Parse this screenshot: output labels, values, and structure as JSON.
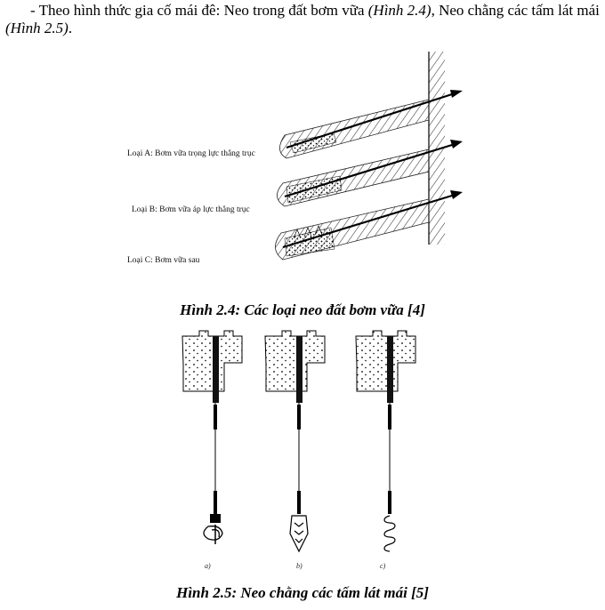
{
  "paragraph": {
    "lead": "- Theo hình thức gia cố mái đê: Neo trong đất bơm vữa ",
    "ref1": "(Hình 2.4)",
    "mid": ", Neo chằng các tấm lát mái ",
    "ref2": "(Hình 2.5)",
    "end": "."
  },
  "figure1": {
    "label_a": "Loại A: Bơm vữa trọng lực thẳng trục",
    "label_b": "Loại B: Bơm vữa áp lực thẳng trục",
    "label_c": "Loại C: Bơm vữa sau",
    "caption": "Hình 2.4: Các loại neo đất bơm vữa [4]"
  },
  "figure2": {
    "sub_a": "a)",
    "sub_b": "b)",
    "sub_c": "c)",
    "caption": "Hình 2.5: Neo chằng các tấm lát mái [5]"
  }
}
